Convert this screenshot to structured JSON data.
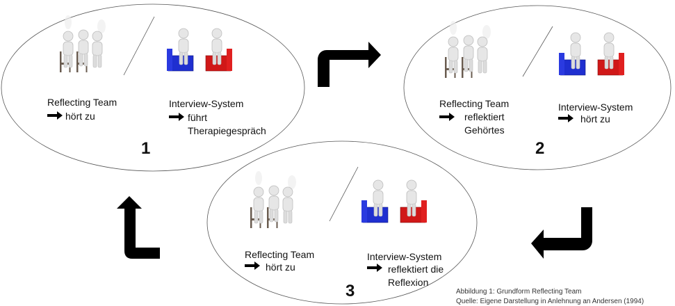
{
  "stages": [
    {
      "number": "1",
      "team_label": "Reflecting Team",
      "team_action": "hört zu",
      "team_action_2": "",
      "system_label": "Interview-System",
      "system_action": "führt",
      "system_action_2": "Therapiegespräch"
    },
    {
      "number": "2",
      "team_label": "Reflecting Team",
      "team_action": "reflektiert",
      "team_action_2": "Gehörtes",
      "system_label": "Interview-System",
      "system_action": "hört zu",
      "system_action_2": ""
    },
    {
      "number": "3",
      "team_label": "Reflecting Team",
      "team_action": "hört zu",
      "team_action_2": "",
      "system_label": "Interview-System",
      "system_action": "reflektiert die",
      "system_action_2": "Reflexion"
    }
  ],
  "caption": {
    "line1": "Abbildung 1: Grundform Reflecting Team",
    "line2": "Quelle: Eigene Darstellung in Anlehnung an Andersen (1994)"
  },
  "colors": {
    "couch_blue": "#1f2fd0",
    "couch_red": "#d01818",
    "figure": "#e4e4e4",
    "arrow": "#000000"
  }
}
